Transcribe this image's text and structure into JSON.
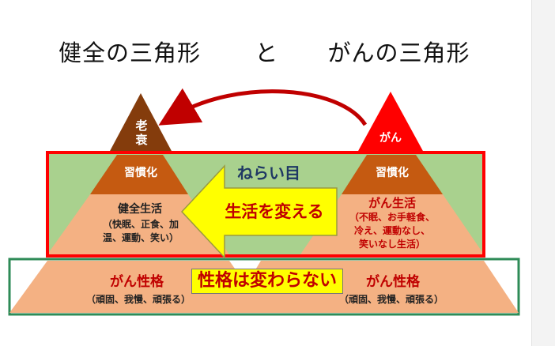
{
  "title": {
    "left": "健全の三角形",
    "connector": "と",
    "right": "がんの三角形"
  },
  "left_triangle": {
    "top_label": "老\n衰",
    "habit_label": "習慣化",
    "life_label": "健全生活",
    "life_detail": "（快眠、正食、加\n温、運動、笑い）"
  },
  "right_triangle": {
    "top_label": "がん",
    "habit_label": "習慣化",
    "life_label": "がん生活",
    "life_detail": "（不眠、お手軽食、\n冷え、運動なし、\n笑いなし生活）"
  },
  "aim_label": "ねらい目",
  "change_arrow_label": "生活を変える",
  "personality": {
    "left_label": "がん性格",
    "left_detail": "（頑固、我慢、頑張る）",
    "right_label": "がん性格",
    "right_detail": "（頑固、我慢、頑張る）",
    "center_label": "性格は変わらない"
  },
  "colors": {
    "aim_box_border": "#ff0000",
    "aim_band_fill": "#a9d18e",
    "personality_border": "#2e8b57",
    "habit_fill": "#c55a11",
    "life_fill": "#f4b183",
    "old_age_fill": "#843c0c",
    "cancer_fill": "#ff0000",
    "arrow_fill": "#ffff00"
  }
}
